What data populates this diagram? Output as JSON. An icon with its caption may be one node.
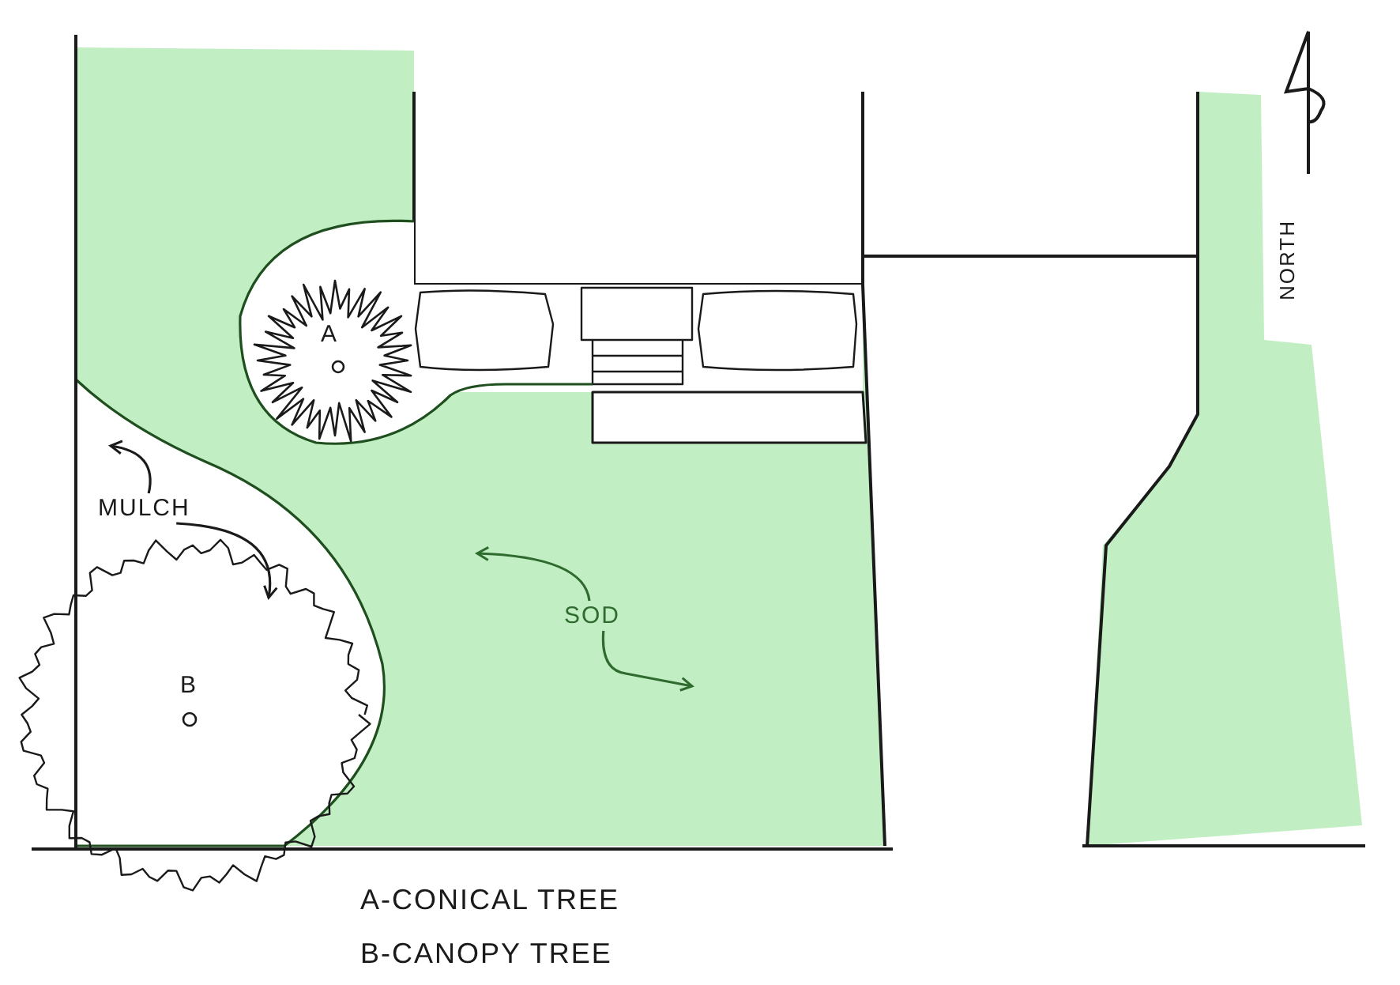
{
  "diagram": {
    "nodes": [
      {
        "text": [
          "MULCH"
        ]
      },
      {
        "text": [
          "SOD"
        ]
      }
    ],
    "edges": [
      {
        "from": 0,
        "to": null,
        "arrow": "to",
        "color": "#1a1a1a"
      },
      {
        "from": 0,
        "to": null,
        "arrow": "to",
        "color": "#1a1a1a"
      },
      {
        "from": 1,
        "to": null,
        "arrow": "to",
        "color": "#2f6b2f"
      },
      {
        "from": 1,
        "to": null,
        "arrow": "to",
        "color": "#2f6b2f"
      }
    ],
    "labels": [
      "NORTH",
      "A",
      "B",
      "A-CONICAL TREE",
      "B-CANOPY TREE"
    ]
  }
}
